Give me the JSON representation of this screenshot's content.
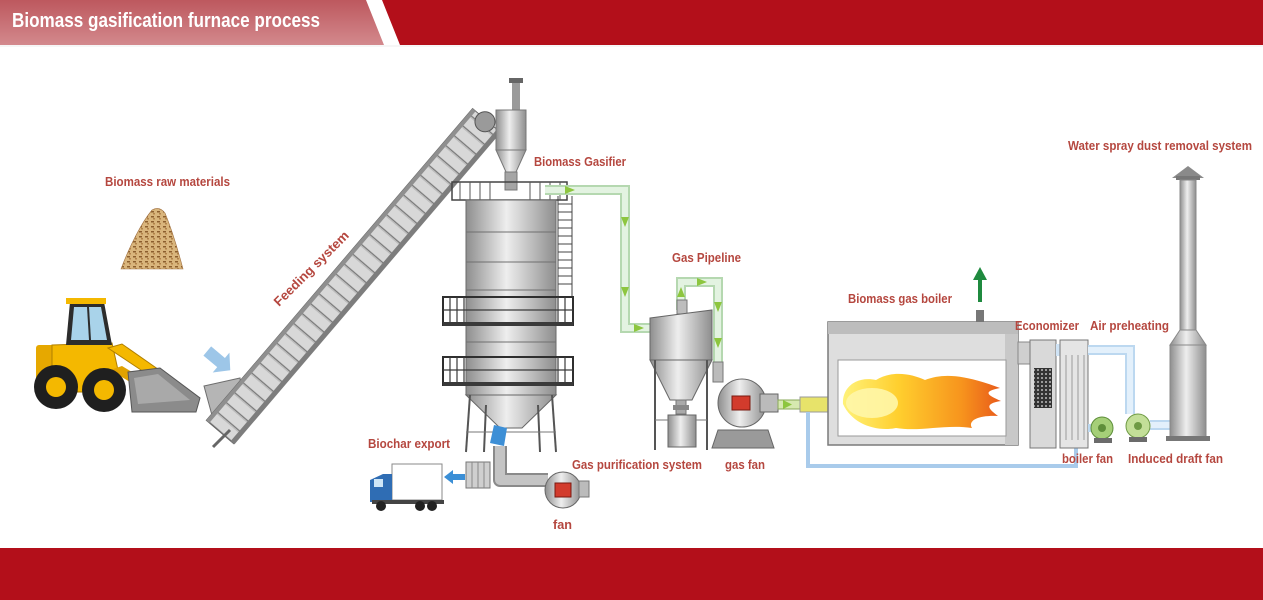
{
  "header": {
    "title": "Biomass gasification furnace process"
  },
  "labels": {
    "raw_materials": "Biomass raw materials",
    "feeding_system": "Feeding system",
    "gasifier": "Biomass Gasifier",
    "gas_pipeline": "Gas Pipeline",
    "boiler": "Biomass gas boiler",
    "economizer": "Economizer",
    "air_preheating": "Air preheating",
    "water_spray": "Water spray dust removal system",
    "biochar_export": "Biochar export",
    "gas_purification": "Gas purification system",
    "gas_fan": "gas fan",
    "boiler_fan": "boiler fan",
    "induced_draft_fan": "Induced draft fan",
    "fan": "fan"
  },
  "colors": {
    "header_red": "#b30f1a",
    "title_text": "#ffffff",
    "label_text": "#b5473f",
    "gas_flow_arrow": "#8dc63f",
    "air_duct": "#a9cbeb",
    "flue_arrow": "#1f8a3f"
  }
}
